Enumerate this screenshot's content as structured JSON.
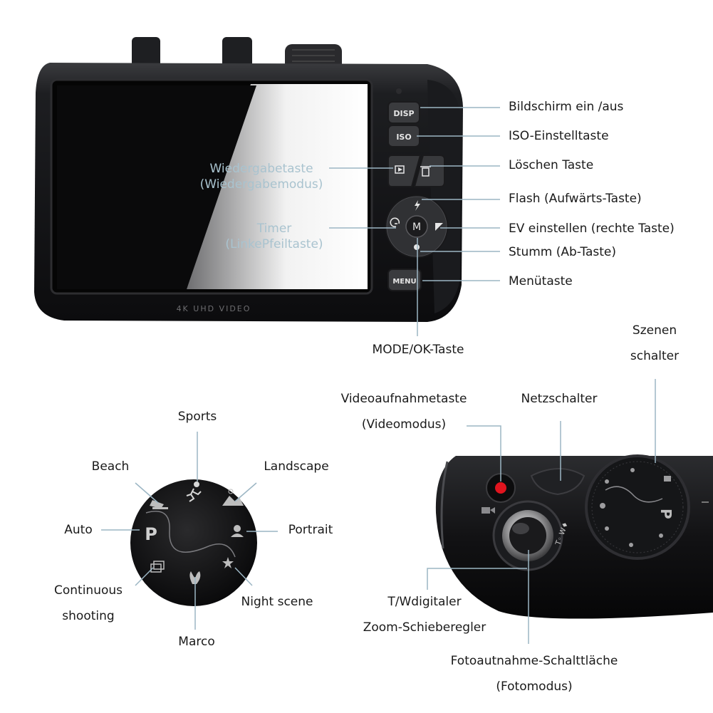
{
  "camera_back": {
    "printed_text": "4K UHD VIDEO",
    "buttons": {
      "disp": "DISP",
      "iso": "ISO",
      "mode": "M",
      "menu": "MENU"
    }
  },
  "callouts_top": {
    "screen_toggle": "Bildschirm ein /aus",
    "iso_key": "ISO-Einstelltaste",
    "delete_key": "Löschen Taste",
    "flash_up": "Flash (Aufwärts-Taste)",
    "ev_right": "EV einstellen (rechte Taste)",
    "mute_down": "Stumm (Ab-Taste)",
    "menu_key": "Menütaste",
    "mode_ok": "MODE/OK-Taste",
    "playback_line1": "Wiedergabetaste",
    "playback_line2": "(Wiedergabemodus)",
    "timer_line1": "Timer",
    "timer_line2": "(LinkePfeiltaste)"
  },
  "mode_dial": {
    "dial_letter": "P",
    "sports": "Sports",
    "beach": "Beach",
    "landscape": "Landscape",
    "auto": "Auto",
    "portrait": "Portrait",
    "continuous_line1": "Continuous",
    "continuous_line2": "shooting",
    "night_scene": "Night scene",
    "marco": "Marco"
  },
  "callouts_bottom": {
    "scene_switch_line1": "Szenen",
    "scene_switch_line2": "schalter",
    "video_line1": "Videoaufnahmetaste",
    "video_line2": "(Videomodus)",
    "power": "Netzschalter",
    "zoom_line1": "T/Wdigitaler",
    "zoom_line2": "Zoom-Schieberegler",
    "shutter_line1": "Fotoautnahme-Schalttläche",
    "shutter_line2": "(Fotomodus)",
    "top_dial_letter": "P",
    "zoom_marks": "T◦ W♦"
  },
  "colors": {
    "leader_line": "#9cb6c4",
    "record_red": "#e0141e",
    "body_dark": "#141416"
  }
}
